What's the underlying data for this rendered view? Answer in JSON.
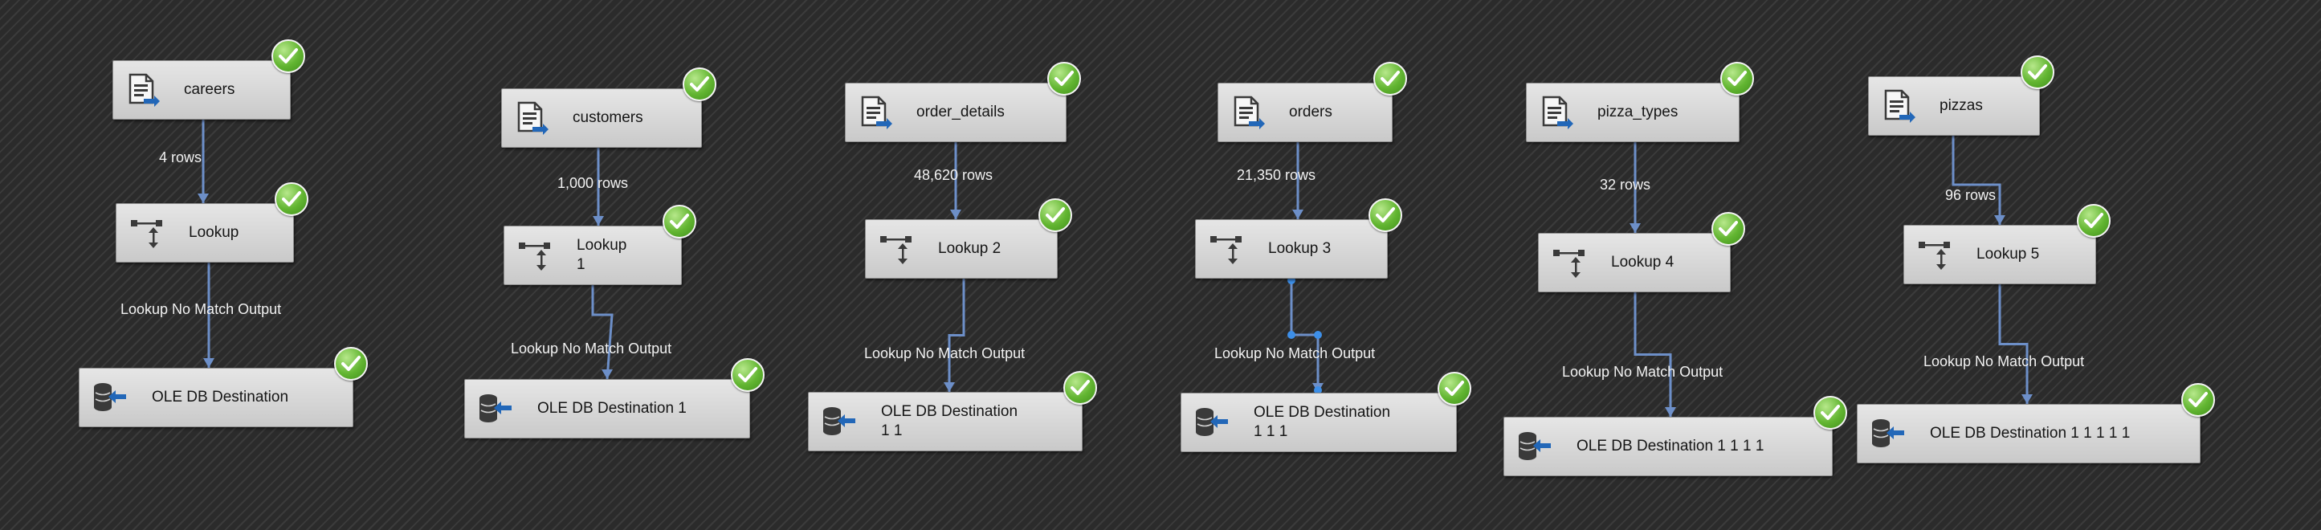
{
  "canvas": {
    "background_color": "#2b2b2b",
    "node_color": "#d8d8d8",
    "connector_color": "#6d8fc8",
    "success_color": "#5cb82c"
  },
  "flows": [
    {
      "source": {
        "label": "careers",
        "icon": "flat-file-source-icon",
        "status": "success-check-icon"
      },
      "source_rows": "4 rows",
      "lookup": {
        "label": "Lookup",
        "icon": "lookup-icon",
        "status": "success-check-icon"
      },
      "output_label": "Lookup No Match Output",
      "destination": {
        "label": "OLE DB Destination",
        "icon": "ole-db-destination-icon",
        "status": "success-check-icon"
      }
    },
    {
      "source": {
        "label": "customers",
        "icon": "flat-file-source-icon",
        "status": "success-check-icon"
      },
      "source_rows": "1,000 rows",
      "lookup": {
        "label": "Lookup",
        "label_line2": "1",
        "icon": "lookup-icon",
        "status": "success-check-icon"
      },
      "output_label": "Lookup No Match Output",
      "destination": {
        "label": "OLE DB Destination 1",
        "icon": "ole-db-destination-icon",
        "status": "success-check-icon"
      }
    },
    {
      "source": {
        "label": "order_details",
        "icon": "flat-file-source-icon",
        "status": "success-check-icon"
      },
      "source_rows": "48,620 rows",
      "lookup": {
        "label": "Lookup 2",
        "icon": "lookup-icon",
        "status": "success-check-icon"
      },
      "output_label": "Lookup No Match Output",
      "destination": {
        "label": "OLE DB Destination",
        "label_line2": "1 1",
        "icon": "ole-db-destination-icon",
        "status": "success-check-icon"
      }
    },
    {
      "source": {
        "label": "orders",
        "icon": "flat-file-source-icon",
        "status": "success-check-icon"
      },
      "source_rows": "21,350 rows",
      "lookup": {
        "label": "Lookup 3",
        "icon": "lookup-icon",
        "status": "success-check-icon"
      },
      "output_label": "Lookup No Match Output",
      "destination": {
        "label": "OLE DB Destination",
        "label_line2": "1 1 1",
        "icon": "ole-db-destination-icon",
        "status": "success-check-icon"
      }
    },
    {
      "source": {
        "label": "pizza_types",
        "icon": "flat-file-source-icon",
        "status": "success-check-icon"
      },
      "source_rows": "32 rows",
      "lookup": {
        "label": "Lookup 4",
        "icon": "lookup-icon",
        "status": "success-check-icon"
      },
      "output_label": "Lookup No Match Output",
      "destination": {
        "label": "OLE DB Destination 1 1 1 1",
        "icon": "ole-db-destination-icon",
        "status": "success-check-icon"
      }
    },
    {
      "source": {
        "label": "pizzas",
        "icon": "flat-file-source-icon",
        "status": "success-check-icon"
      },
      "source_rows": "96 rows",
      "lookup": {
        "label": "Lookup 5",
        "icon": "lookup-icon",
        "status": "success-check-icon"
      },
      "output_label": "Lookup No Match Output",
      "destination": {
        "label": "OLE DB Destination 1 1 1 1 1",
        "icon": "ole-db-destination-icon",
        "status": "success-check-icon"
      }
    }
  ]
}
